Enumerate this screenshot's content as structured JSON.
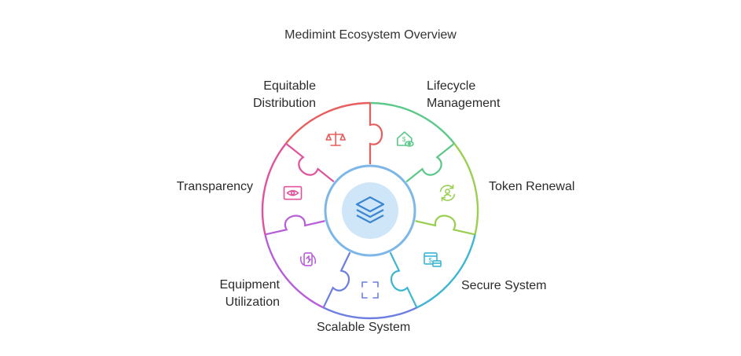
{
  "title": "Medimint Ecosystem Overview",
  "center_icon": "layers-stack-icon",
  "segments": [
    {
      "key": "lifecycle",
      "label_lines": [
        "Lifecycle",
        "Management"
      ],
      "color": "#5cc88a",
      "icon": "house-dollar-eye-icon"
    },
    {
      "key": "token",
      "label_lines": [
        "Token Renewal"
      ],
      "color": "#9bcf52",
      "icon": "refresh-person-icon"
    },
    {
      "key": "secure",
      "label_lines": [
        "Secure System"
      ],
      "color": "#3eb6d2",
      "icon": "browser-dollar-card-icon"
    },
    {
      "key": "scalable",
      "label_lines": [
        "Scalable System"
      ],
      "color": "#6c7ee0",
      "icon": "expand-corners-icon"
    },
    {
      "key": "equipment",
      "label_lines": [
        "Equipment",
        "Utilization"
      ],
      "color": "#b65fd8",
      "icon": "phone-cycle-icon"
    },
    {
      "key": "transparency",
      "label_lines": [
        "Transparency"
      ],
      "color": "#e0539c",
      "icon": "eye-frame-icon"
    },
    {
      "key": "equitable",
      "label_lines": [
        "Equitable",
        "Distribution"
      ],
      "color": "#e85d5d",
      "icon": "scales-icon"
    }
  ]
}
